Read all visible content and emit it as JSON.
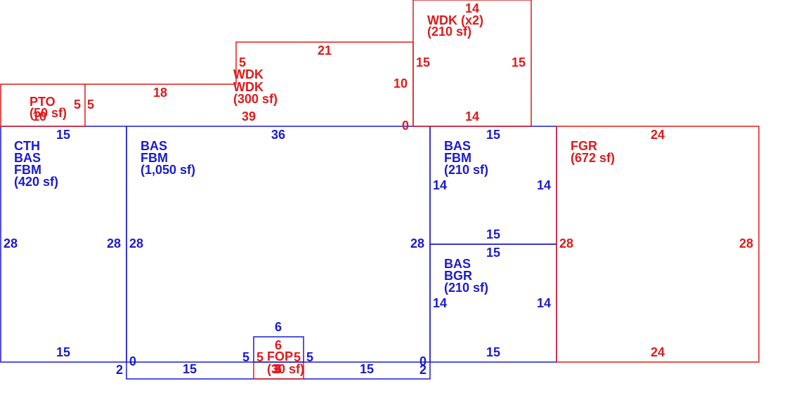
{
  "colors": {
    "living": "#1a1ad0",
    "other": "#e01a1a"
  },
  "areas": {
    "cth": {
      "codes": [
        "CTH",
        "BAS",
        "FBM"
      ],
      "area": "(420 sf)"
    },
    "bas_main": {
      "codes": [
        "BAS",
        "FBM"
      ],
      "area": "(1,050 sf)"
    },
    "bas_fbm": {
      "codes": [
        "BAS",
        "FBM"
      ],
      "area": "(210 sf)"
    },
    "bas_bgr": {
      "codes": [
        "BAS",
        "BGR"
      ],
      "area": "(210 sf)"
    },
    "fgr": {
      "codes": [
        "FGR"
      ],
      "area": "(672 sf)"
    },
    "pto": {
      "codes": [
        "PTO"
      ],
      "area": "(50 sf)"
    },
    "wdk_300": {
      "codes": [
        "WDK",
        "WDK"
      ],
      "area": "(300 sf)"
    },
    "wdk_210": {
      "codes": [
        "WDK (x2)"
      ],
      "area": "(210 sf)"
    },
    "fop": {
      "codes": [
        "FOP"
      ],
      "area": "(30 sf)"
    }
  },
  "dimensions": {
    "cth_top": "15",
    "cth_bottom": "15",
    "cth_left": "28",
    "cth_right": "28",
    "step_left": "2",
    "main_top": "36",
    "main_left": "28",
    "main_right": "28",
    "main_bottom_left": "15",
    "main_bottom_right": "15",
    "main_corner_left": "0",
    "main_corner_right": "0",
    "step_right": "2",
    "fbm_top": "15",
    "fbm_mid": "15",
    "fbm_left": "14",
    "fbm_right": "14",
    "bgr_top": "15",
    "bgr_bottom": "15",
    "bgr_left": "14",
    "bgr_right": "14",
    "fgr_top": "24",
    "fgr_bottom": "24",
    "fgr_left": "28",
    "fgr_right": "28",
    "pto_left": "5",
    "pto_right": "5",
    "pto_bottom": "10",
    "deck_top": "18",
    "deck_bottom": "39",
    "wdk_top": "21",
    "wdk_left": "5",
    "wdk_right": "10",
    "wdk_corner": "0",
    "wdk2_top": "14",
    "wdk2_bottom": "14",
    "wdk2_left": "15",
    "wdk2_right": "15",
    "fop_top": "6",
    "fop_inner_top": "6",
    "fop_outer_left": "5",
    "fop_inner_left": "5",
    "fop_inner_right": "5",
    "fop_outer_right": "5",
    "fop_bottom": "6",
    "fop_bottom_2": "3"
  }
}
